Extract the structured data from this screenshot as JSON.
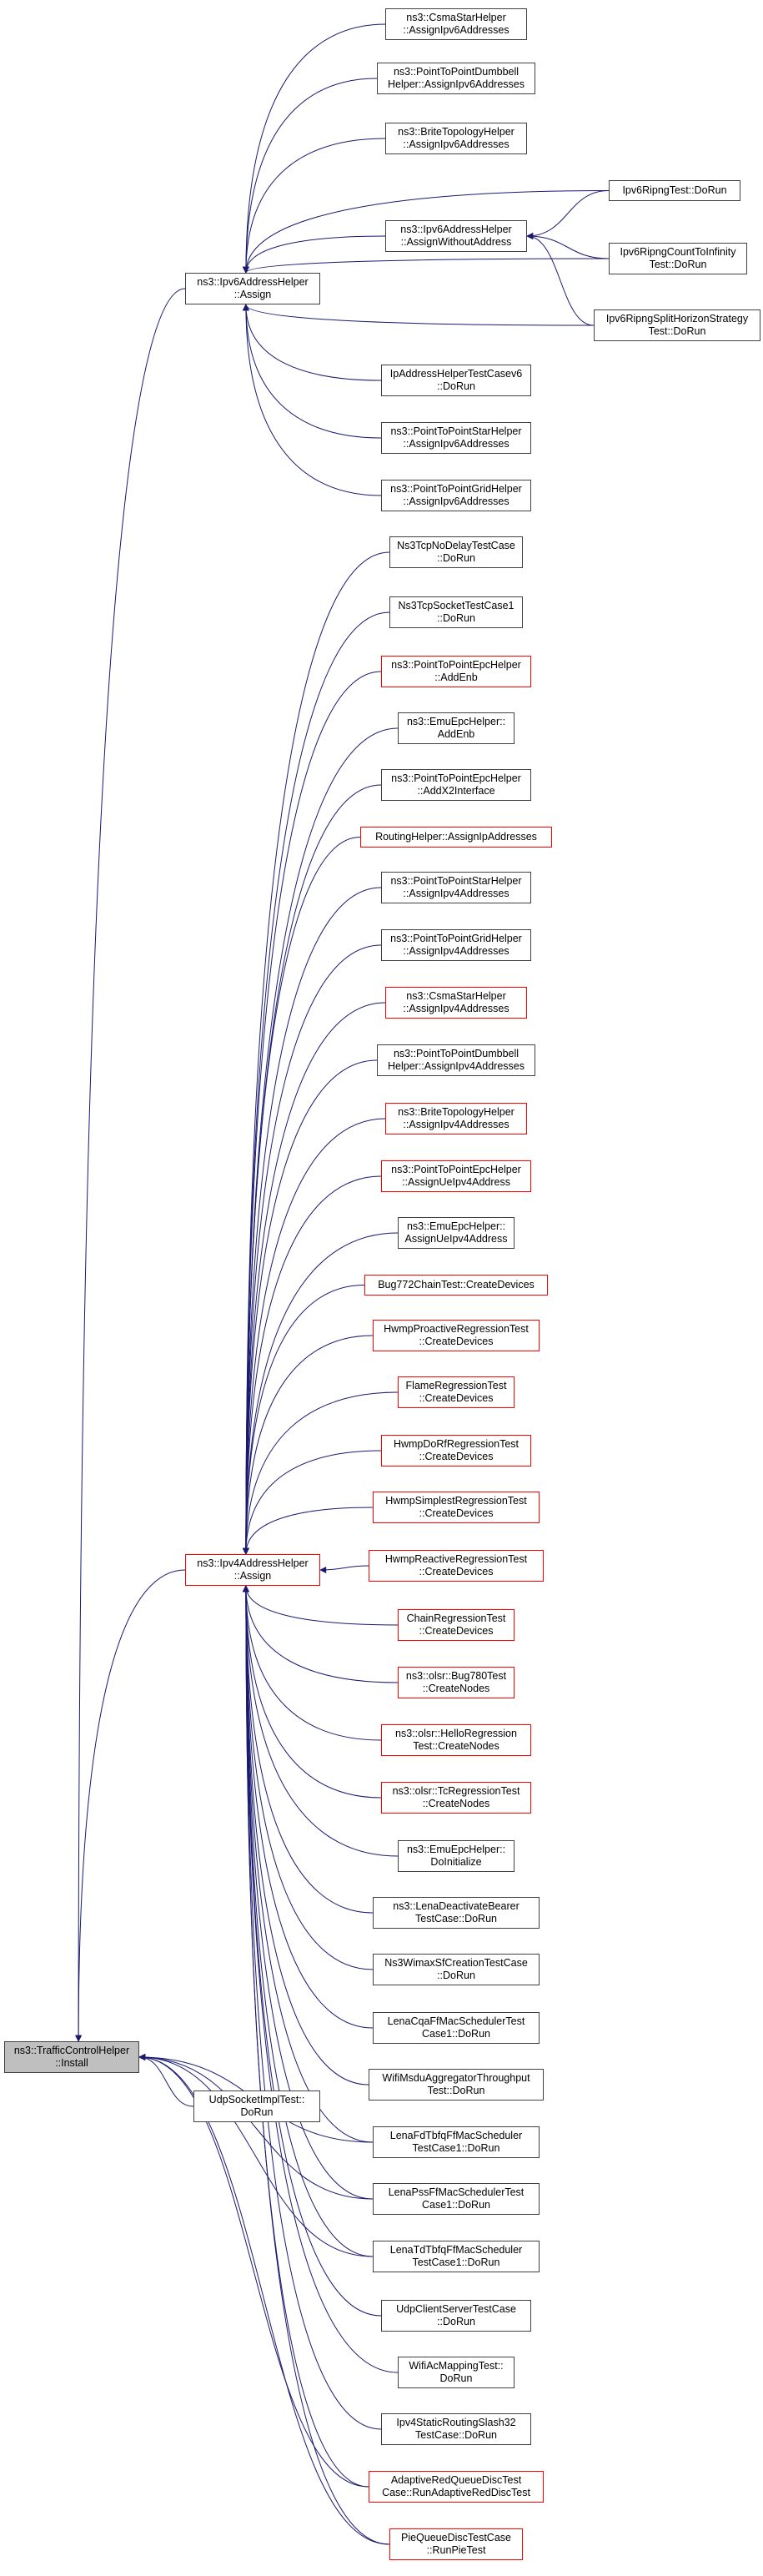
{
  "colors": {
    "edge": "#191970",
    "box_border": "#404040",
    "box_border_incomplete": "#ff0000",
    "root_fill": "#bfbfbf"
  },
  "nodes": [
    {
      "id": "root",
      "lines": [
        "ns3::TrafficControlHelper",
        "::Install"
      ],
      "style": "root"
    },
    {
      "id": "udpsock",
      "lines": [
        "UdpSocketImplTest::",
        "DoRun"
      ],
      "style": "normal"
    },
    {
      "id": "ipv6assign",
      "lines": [
        "ns3::Ipv6AddressHelper",
        "::Assign"
      ],
      "style": "normal"
    },
    {
      "id": "ipv4assign",
      "lines": [
        "ns3::Ipv4AddressHelper",
        "::Assign"
      ],
      "style": "red"
    },
    {
      "id": "v6_csma",
      "lines": [
        "ns3::CsmaStarHelper",
        "::AssignIpv6Addresses"
      ],
      "style": "normal"
    },
    {
      "id": "v6_dumbbell",
      "lines": [
        "ns3::PointToPointDumbbell",
        "Helper::AssignIpv6Addresses"
      ],
      "style": "normal"
    },
    {
      "id": "v6_brite",
      "lines": [
        "ns3::BriteTopologyHelper",
        "::AssignIpv6Addresses"
      ],
      "style": "normal"
    },
    {
      "id": "v6_without",
      "lines": [
        "ns3::Ipv6AddressHelper",
        "::AssignWithoutAddress"
      ],
      "style": "normal"
    },
    {
      "id": "ripng",
      "lines": [
        "Ipv6RipngTest::DoRun"
      ],
      "style": "normal"
    },
    {
      "id": "ripng_count",
      "lines": [
        "Ipv6RipngCountToInfinity",
        "Test::DoRun"
      ],
      "style": "normal"
    },
    {
      "id": "ripng_split",
      "lines": [
        "Ipv6RipngSplitHorizonStrategy",
        "Test::DoRun"
      ],
      "style": "normal"
    },
    {
      "id": "v6_testcase",
      "lines": [
        "IpAddressHelperTestCasev6",
        "::DoRun"
      ],
      "style": "normal"
    },
    {
      "id": "v6_star",
      "lines": [
        "ns3::PointToPointStarHelper",
        "::AssignIpv6Addresses"
      ],
      "style": "normal"
    },
    {
      "id": "v6_grid",
      "lines": [
        "ns3::PointToPointGridHelper",
        "::AssignIpv6Addresses"
      ],
      "style": "normal"
    },
    {
      "id": "c1",
      "lines": [
        "Ns3TcpNoDelayTestCase",
        "::DoRun"
      ],
      "style": "normal"
    },
    {
      "id": "c2",
      "lines": [
        "Ns3TcpSocketTestCase1",
        "::DoRun"
      ],
      "style": "normal"
    },
    {
      "id": "c3",
      "lines": [
        "ns3::PointToPointEpcHelper",
        "::AddEnb"
      ],
      "style": "red"
    },
    {
      "id": "c4",
      "lines": [
        "ns3::EmuEpcHelper::",
        "AddEnb"
      ],
      "style": "normal"
    },
    {
      "id": "c5",
      "lines": [
        "ns3::PointToPointEpcHelper",
        "::AddX2Interface"
      ],
      "style": "normal"
    },
    {
      "id": "c6",
      "lines": [
        "RoutingHelper::AssignIpAddresses"
      ],
      "style": "red"
    },
    {
      "id": "c7",
      "lines": [
        "ns3::PointToPointStarHelper",
        "::AssignIpv4Addresses"
      ],
      "style": "normal"
    },
    {
      "id": "c8",
      "lines": [
        "ns3::PointToPointGridHelper",
        "::AssignIpv4Addresses"
      ],
      "style": "normal"
    },
    {
      "id": "c9",
      "lines": [
        "ns3::CsmaStarHelper",
        "::AssignIpv4Addresses"
      ],
      "style": "red"
    },
    {
      "id": "c10",
      "lines": [
        "ns3::PointToPointDumbbell",
        "Helper::AssignIpv4Addresses"
      ],
      "style": "normal"
    },
    {
      "id": "c11",
      "lines": [
        "ns3::BriteTopologyHelper",
        "::AssignIpv4Addresses"
      ],
      "style": "red"
    },
    {
      "id": "c12",
      "lines": [
        "ns3::PointToPointEpcHelper",
        "::AssignUeIpv4Address"
      ],
      "style": "red"
    },
    {
      "id": "c13",
      "lines": [
        "ns3::EmuEpcHelper::",
        "AssignUeIpv4Address"
      ],
      "style": "normal"
    },
    {
      "id": "c14",
      "lines": [
        "Bug772ChainTest::CreateDevices"
      ],
      "style": "red"
    },
    {
      "id": "c15",
      "lines": [
        "HwmpProactiveRegressionTest",
        "::CreateDevices"
      ],
      "style": "red"
    },
    {
      "id": "c16",
      "lines": [
        "FlameRegressionTest",
        "::CreateDevices"
      ],
      "style": "red"
    },
    {
      "id": "c17",
      "lines": [
        "HwmpDoRfRegressionTest",
        "::CreateDevices"
      ],
      "style": "red"
    },
    {
      "id": "c18",
      "lines": [
        "HwmpSimplestRegressionTest",
        "::CreateDevices"
      ],
      "style": "red"
    },
    {
      "id": "c19",
      "lines": [
        "HwmpReactiveRegressionTest",
        "::CreateDevices"
      ],
      "style": "red"
    },
    {
      "id": "c20",
      "lines": [
        "ChainRegressionTest",
        "::CreateDevices"
      ],
      "style": "red"
    },
    {
      "id": "c21",
      "lines": [
        "ns3::olsr::Bug780Test",
        "::CreateNodes"
      ],
      "style": "red"
    },
    {
      "id": "c22",
      "lines": [
        "ns3::olsr::HelloRegression",
        "Test::CreateNodes"
      ],
      "style": "red"
    },
    {
      "id": "c23",
      "lines": [
        "ns3::olsr::TcRegressionTest",
        "::CreateNodes"
      ],
      "style": "red"
    },
    {
      "id": "c24",
      "lines": [
        "ns3::EmuEpcHelper::",
        "DoInitialize"
      ],
      "style": "normal"
    },
    {
      "id": "c25",
      "lines": [
        "ns3::LenaDeactivateBearer",
        "TestCase::DoRun"
      ],
      "style": "normal"
    },
    {
      "id": "c26",
      "lines": [
        "Ns3WimaxSfCreationTestCase",
        "::DoRun"
      ],
      "style": "normal"
    },
    {
      "id": "c27",
      "lines": [
        "LenaCqaFfMacSchedulerTest",
        "Case1::DoRun"
      ],
      "style": "normal"
    },
    {
      "id": "c28",
      "lines": [
        "WifiMsduAggregatorThroughput",
        "Test::DoRun"
      ],
      "style": "normal"
    },
    {
      "id": "c29",
      "lines": [
        "LenaFdTbfqFfMacScheduler",
        "TestCase1::DoRun"
      ],
      "style": "normal"
    },
    {
      "id": "c30",
      "lines": [
        "LenaPssFfMacSchedulerTest",
        "Case1::DoRun"
      ],
      "style": "normal"
    },
    {
      "id": "c31",
      "lines": [
        "LenaTdTbfqFfMacScheduler",
        "TestCase1::DoRun"
      ],
      "style": "normal"
    },
    {
      "id": "c32",
      "lines": [
        "UdpClientServerTestCase",
        "::DoRun"
      ],
      "style": "normal"
    },
    {
      "id": "c33",
      "lines": [
        "WifiAcMappingTest::",
        "DoRun"
      ],
      "style": "normal"
    },
    {
      "id": "c34",
      "lines": [
        "Ipv4StaticRoutingSlash32",
        "TestCase::DoRun"
      ],
      "style": "normal"
    },
    {
      "id": "c35",
      "lines": [
        "AdaptiveRedQueueDiscTest",
        "Case::RunAdaptiveRedDiscTest"
      ],
      "style": "red"
    },
    {
      "id": "c36",
      "lines": [
        "PieQueueDiscTestCase",
        "::RunPieTest"
      ],
      "style": "red"
    }
  ],
  "edges": [
    [
      "udpsock",
      "root"
    ],
    [
      "ipv6assign",
      "root"
    ],
    [
      "ipv4assign",
      "root"
    ],
    [
      "c29",
      "root"
    ],
    [
      "c30",
      "root"
    ],
    [
      "c31",
      "root"
    ],
    [
      "c35",
      "root"
    ],
    [
      "c36",
      "root"
    ],
    [
      "v6_csma",
      "ipv6assign"
    ],
    [
      "v6_dumbbell",
      "ipv6assign"
    ],
    [
      "v6_brite",
      "ipv6assign"
    ],
    [
      "v6_without",
      "ipv6assign"
    ],
    [
      "ripng",
      "ipv6assign"
    ],
    [
      "ripng_count",
      "ipv6assign"
    ],
    [
      "ripng_split",
      "ipv6assign"
    ],
    [
      "v6_testcase",
      "ipv6assign"
    ],
    [
      "v6_star",
      "ipv6assign"
    ],
    [
      "v6_grid",
      "ipv6assign"
    ],
    [
      "ripng",
      "v6_without"
    ],
    [
      "ripng_count",
      "v6_without"
    ],
    [
      "ripng_split",
      "v6_without"
    ],
    [
      "c1",
      "ipv4assign"
    ],
    [
      "c2",
      "ipv4assign"
    ],
    [
      "c3",
      "ipv4assign"
    ],
    [
      "c4",
      "ipv4assign"
    ],
    [
      "c5",
      "ipv4assign"
    ],
    [
      "c6",
      "ipv4assign"
    ],
    [
      "c7",
      "ipv4assign"
    ],
    [
      "c8",
      "ipv4assign"
    ],
    [
      "c9",
      "ipv4assign"
    ],
    [
      "c10",
      "ipv4assign"
    ],
    [
      "c11",
      "ipv4assign"
    ],
    [
      "c12",
      "ipv4assign"
    ],
    [
      "c13",
      "ipv4assign"
    ],
    [
      "c14",
      "ipv4assign"
    ],
    [
      "c15",
      "ipv4assign"
    ],
    [
      "c16",
      "ipv4assign"
    ],
    [
      "c17",
      "ipv4assign"
    ],
    [
      "c18",
      "ipv4assign"
    ],
    [
      "c19",
      "ipv4assign"
    ],
    [
      "c20",
      "ipv4assign"
    ],
    [
      "c21",
      "ipv4assign"
    ],
    [
      "c22",
      "ipv4assign"
    ],
    [
      "c23",
      "ipv4assign"
    ],
    [
      "c24",
      "ipv4assign"
    ],
    [
      "c25",
      "ipv4assign"
    ],
    [
      "c26",
      "ipv4assign"
    ],
    [
      "c27",
      "ipv4assign"
    ],
    [
      "c28",
      "ipv4assign"
    ],
    [
      "c29",
      "ipv4assign"
    ],
    [
      "c30",
      "ipv4assign"
    ],
    [
      "c31",
      "ipv4assign"
    ],
    [
      "c32",
      "ipv4assign"
    ],
    [
      "c33",
      "ipv4assign"
    ],
    [
      "c34",
      "ipv4assign"
    ],
    [
      "c35",
      "ipv4assign"
    ],
    [
      "c36",
      "ipv4assign"
    ]
  ]
}
